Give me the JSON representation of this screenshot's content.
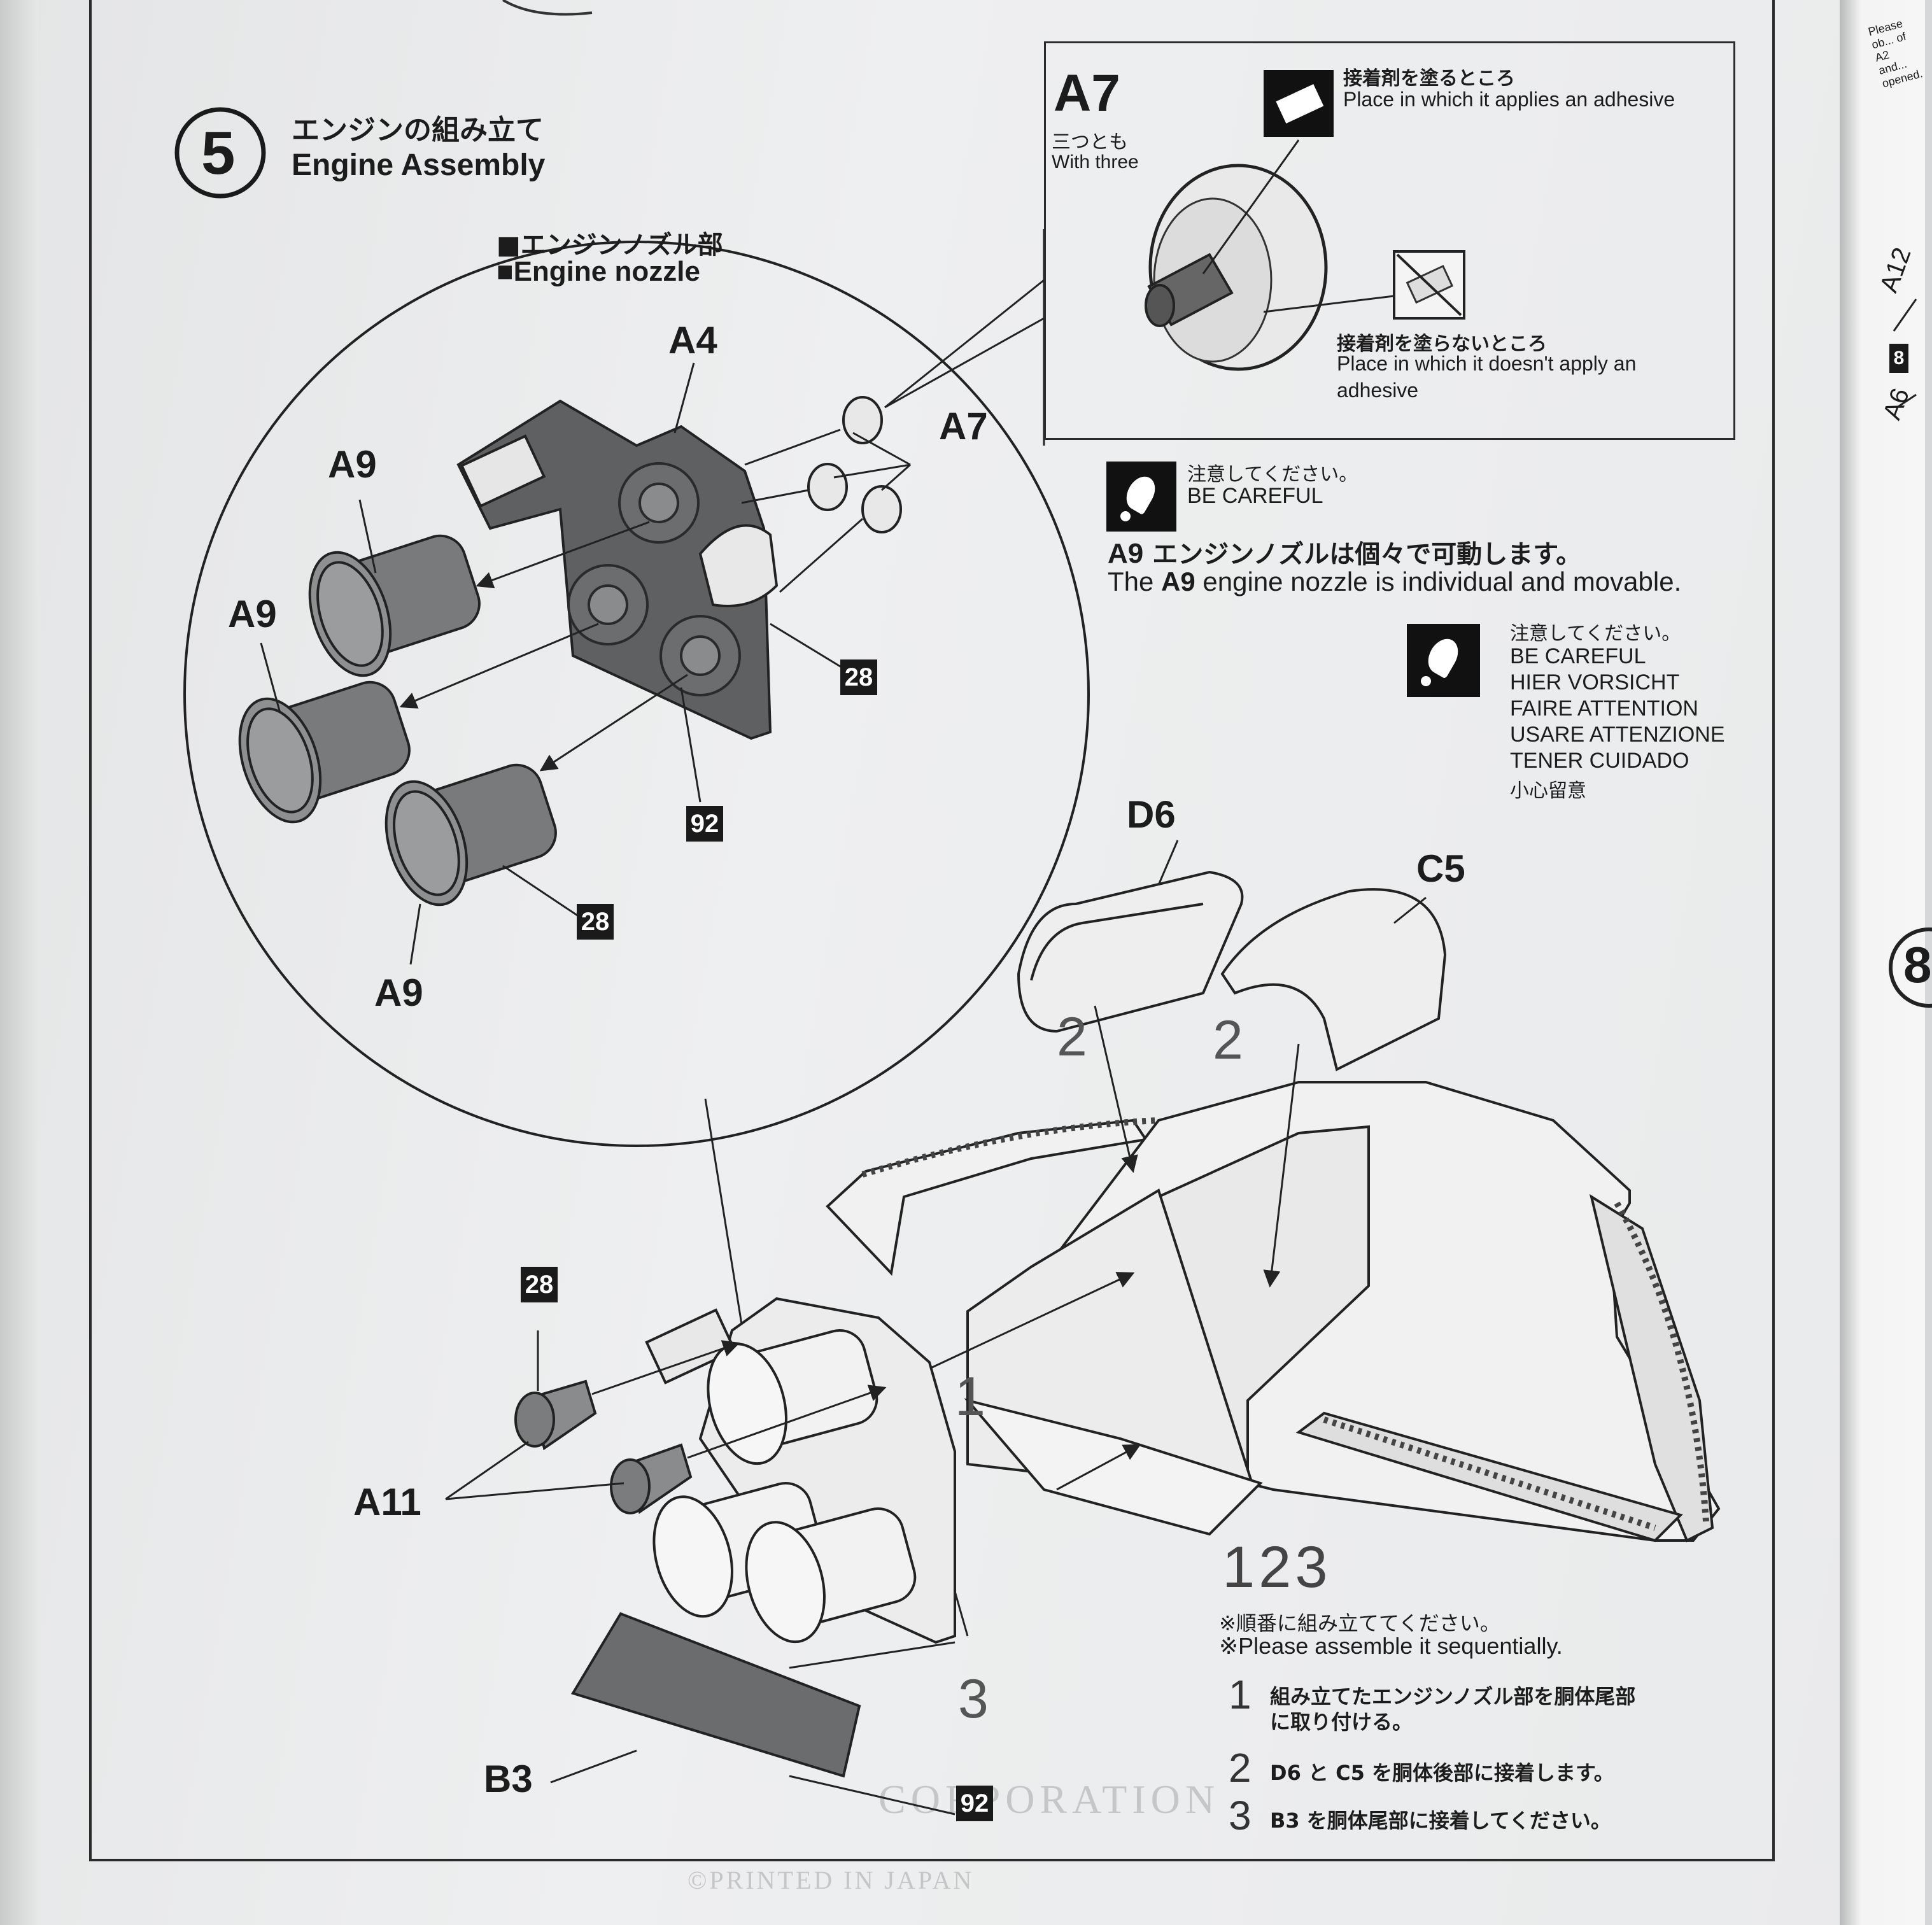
{
  "step": {
    "number": "5",
    "title_ja": "エンジンの組み立て",
    "title_en": "Engine Assembly"
  },
  "inset": {
    "header_ja": "■エンジンノズル部",
    "header_en": "■Engine nozzle",
    "parts": {
      "a4": "A4",
      "a7": "A7",
      "a9_top": "A9",
      "a9_mid": "A9",
      "a9_bottom": "A9"
    },
    "colors": {
      "28_top": "28",
      "92": "92",
      "28_bottom": "28"
    }
  },
  "adhesive_box": {
    "part": "A7",
    "qty_ja": "三つとも",
    "qty_en": "With three",
    "apply_ja": "接着剤を塗るところ",
    "apply_en": "Place in which it applies an adhesive",
    "noapply_ja": "接着剤を塗らないところ",
    "noapply_en_1": "Place in which it doesn't apply an",
    "noapply_en_2": "adhesive"
  },
  "caution1": {
    "ja": "注意してください。",
    "en": "BE  CAREFUL",
    "note_ja_part": "A9",
    "note_ja": "エンジンノズルは個々で可動します。",
    "note_en_pre": "The",
    "note_en_part": "A9",
    "note_en": "engine nozzle is individual and movable."
  },
  "caution2": {
    "lines": [
      "注意してください。",
      "BE  CAREFUL",
      "HIER  VORSICHT",
      "FAIRE  ATTENTION",
      "USARE  ATTENZIONE",
      "TENER  CUIDADO",
      "小心留意"
    ]
  },
  "main": {
    "parts": {
      "d6": "D6",
      "c5": "C5",
      "a11": "A11",
      "b3": "B3",
      "color_28": "28",
      "color_92": "92"
    },
    "seq_marks": {
      "one": "1",
      "two_left": "2",
      "two_right": "2",
      "three": "3"
    }
  },
  "sequence": {
    "big": "123",
    "note_ja": "※順番に組み立ててください。",
    "note_en": "※Please assemble it sequentially.",
    "steps": [
      {
        "n": "1",
        "line1": "組み立てたエンジンノズル部を胴体尾部",
        "line2": "に取り付ける。"
      },
      {
        "n": "2",
        "line1": "D6 と C5 を胴体後部に接着します。"
      },
      {
        "n": "3",
        "line1": "B3 を胴体尾部に接着してください。"
      }
    ]
  },
  "right_page": {
    "labels": [
      "A12",
      "8",
      "A6"
    ],
    "step_num": "8",
    "fragment": "Please ob... of A2 and... opened."
  },
  "bleed": {
    "corporation": "CORPORATION",
    "printed": "©PRINTED IN JAPAN"
  }
}
